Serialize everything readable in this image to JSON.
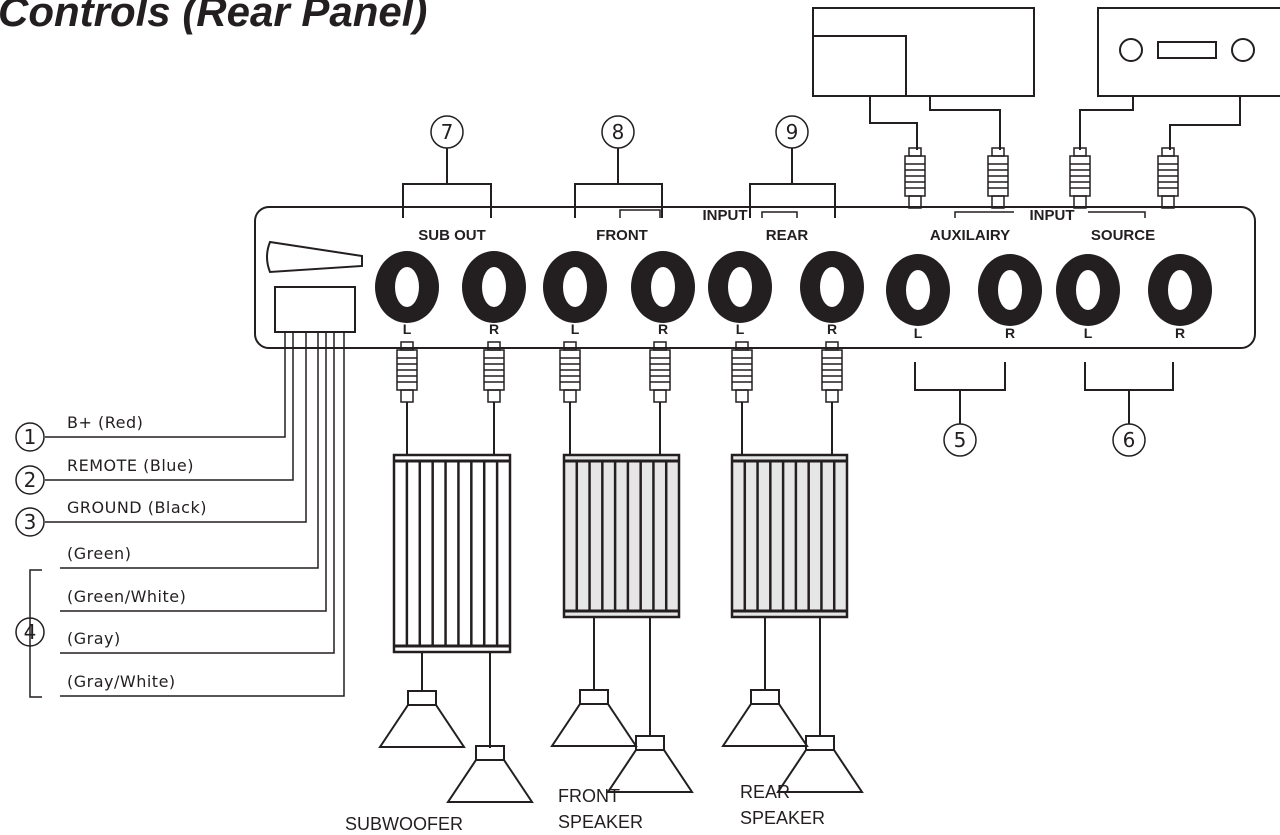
{
  "title": "Controls (Rear Panel)",
  "panel_labels": {
    "sub_out": "SUB OUT",
    "input_left": "INPUT",
    "front": "FRONT",
    "rear": "REAR",
    "input_right": "INPUT",
    "auxilairy": "AUXILAIRY",
    "source": "SOURCE"
  },
  "channels": [
    "L",
    "R",
    "L",
    "R",
    "L",
    "R",
    "L",
    "R",
    "L",
    "R"
  ],
  "callouts": [
    "7",
    "8",
    "9",
    "5",
    "6"
  ],
  "wires": [
    {
      "number": "1",
      "label": "B+ (Red)"
    },
    {
      "number": "2",
      "label": "REMOTE (Blue)"
    },
    {
      "number": "3",
      "label": "GROUND (Black)"
    },
    {
      "number": "",
      "label": "(Green)"
    },
    {
      "number": "4",
      "label": "(Green/White)"
    },
    {
      "number": "",
      "label": "(Gray)"
    },
    {
      "number": "",
      "label": "(Gray/White)"
    }
  ],
  "speakers": {
    "subwoofer": "SUBWOOFER",
    "front_1": "FRONT",
    "front_2": "SPEAKER",
    "rear_1": "REAR",
    "rear_2": "SPEAKER"
  }
}
